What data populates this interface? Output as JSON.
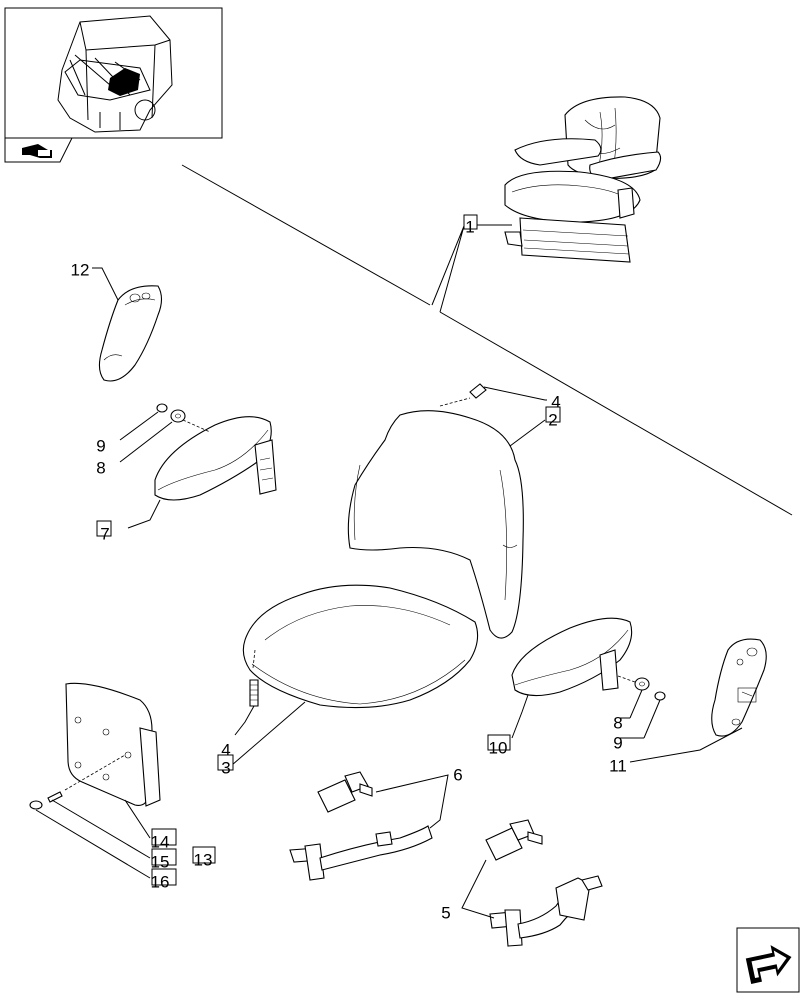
{
  "callouts": [
    {
      "id": "c1",
      "text": "1",
      "boxed": true
    },
    {
      "id": "c2",
      "text": "2",
      "boxed": true
    },
    {
      "id": "c3",
      "text": "3",
      "boxed": true
    },
    {
      "id": "c4a",
      "text": "4",
      "boxed": false
    },
    {
      "id": "c4b",
      "text": "4",
      "boxed": false
    },
    {
      "id": "c5",
      "text": "5",
      "boxed": false
    },
    {
      "id": "c6",
      "text": "6",
      "boxed": false
    },
    {
      "id": "c7",
      "text": "7",
      "boxed": true
    },
    {
      "id": "c8a",
      "text": "8",
      "boxed": false
    },
    {
      "id": "c8b",
      "text": "8",
      "boxed": false
    },
    {
      "id": "c9a",
      "text": "9",
      "boxed": false
    },
    {
      "id": "c9b",
      "text": "9",
      "boxed": false
    },
    {
      "id": "c10",
      "text": "10",
      "boxed": true
    },
    {
      "id": "c11",
      "text": "11",
      "boxed": false
    },
    {
      "id": "c12",
      "text": "12",
      "boxed": false
    },
    {
      "id": "c13",
      "text": "13",
      "boxed": true
    },
    {
      "id": "c14",
      "text": "14",
      "boxed": true
    },
    {
      "id": "c15",
      "text": "15",
      "boxed": true
    },
    {
      "id": "c16",
      "text": "16",
      "boxed": true
    }
  ],
  "icons": {
    "thumbnail": "tractor-cab-icon",
    "thumbnail_badge": "hand-pointer-icon",
    "nav": "next-page-arrow-icon"
  }
}
